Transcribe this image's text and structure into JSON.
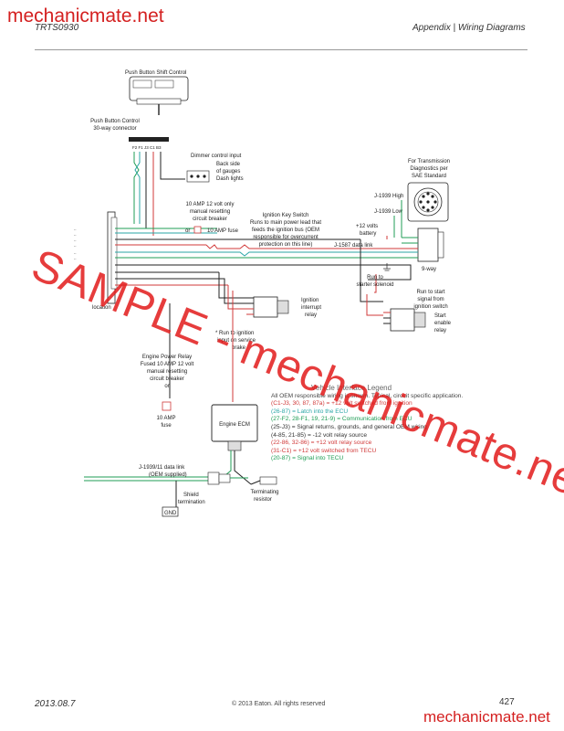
{
  "watermark": {
    "top": "mechanicmate.net",
    "bottom": "mechanicmate.net",
    "overlay": "SAMPLE - mechanicmate.net"
  },
  "header": {
    "doc_code": "TRTS0930",
    "section": "Appendix | Wiring Diagrams"
  },
  "footer": {
    "date": "2013.08.7",
    "copyright": "© 2013 Eaton. All rights reserved",
    "page": "427"
  },
  "labels": {
    "push_button_shift_control": "Push Button Shift Control",
    "connector_line1": "Push Button Control",
    "connector_line2": "30-way connector",
    "pins": "F2   F1   J3   C1   B3",
    "dimmer": "Dimmer control input",
    "back_side1": "Back side",
    "back_side2": "of gauges",
    "dash_lights": "Dash lights",
    "fuse_text1": "10 AMP 12 volt only",
    "fuse_text2": "manual resetting",
    "fuse_text3": "circuit breaker",
    "fuse_or": "or",
    "fuse_10amp": "10 AMP fuse",
    "ign_key1": "Ignition Key Switch",
    "ign_key2": "Runs to main power lead that",
    "ign_key3": "feeds the ignition bus (OEM",
    "ign_key4": "responsible for overcurrent",
    "ign_key5": "protection on this line)",
    "trans_diag1": "For Transmission",
    "trans_diag2": "Diagnostics per",
    "trans_diag3": "SAE Standard",
    "j1939_high": "J-1939 High",
    "j1939_low": "J-1939 Low",
    "plus12_1": "+12 volts",
    "plus12_2": "battery",
    "j1587": "J-1587 data link",
    "nine_way": "9-way",
    "run_starter1": "Run to",
    "run_starter2": "starter solenoid",
    "run_start1": "Run to start",
    "run_start2": "signal from",
    "run_start3": "ignition switch",
    "start_enable1": "Start",
    "start_enable2": "enable",
    "start_enable3": "relay",
    "ign_interlock1": "Ignition",
    "ign_interlock2": "interrupt",
    "ign_interlock3": "relay",
    "location": "location",
    "run_ignition1": "* Run to ignition",
    "run_ignition2": "input on service",
    "run_ignition3": "brake",
    "epr1": "Engine Power Relay",
    "epr2": "Fused 10 AMP 12 volt",
    "epr3": "manual resetting",
    "epr4": "circuit breaker",
    "epr5": "or",
    "epr6": "10 AMP",
    "epr7": "fuse",
    "engine_ecm": "Engine ECM",
    "j1939_11a": "J-1939/11 data link",
    "j1939_11b": "(OEM supplied)",
    "shield1": "Shield",
    "shield2": "termination",
    "gnd": "GND",
    "term1": "Terminating",
    "term2": "resistor"
  },
  "legend": {
    "title": "Vehicle Interface Legend",
    "intro": "All OEM responsible wiring is shown. Typical, circuit specific application.",
    "lines": [
      {
        "text": "(C1-J3, 30, 87, 87a) = +12 volt switched from ignition",
        "color": "#d13a3a"
      },
      {
        "text": "(26-87) = Latch into the ECU",
        "color": "#2aa6a6"
      },
      {
        "text": "(27-F2, 28-F1, 19, 21-9) = Communication from ECU",
        "color": "#1f9d55"
      },
      {
        "text": "(25-J3) = Signal returns, grounds, and general OEM wiring",
        "color": "#333333"
      },
      {
        "text": "(4-85, 21-85) = -12 volt relay source",
        "color": "#333333"
      },
      {
        "text": "(22-86, 32-86) = +12 volt relay source",
        "color": "#d13a3a"
      },
      {
        "text": "(31-C1) = +12 volt switched from TECU",
        "color": "#d13a3a"
      },
      {
        "text": "(20-87) = Signal into TECU",
        "color": "#1f9d55"
      }
    ]
  },
  "colors": {
    "red": "#d13a3a",
    "teal": "#2aa6a6",
    "green": "#1f9d55",
    "black": "#222222",
    "watermark": "#e21b1b"
  }
}
